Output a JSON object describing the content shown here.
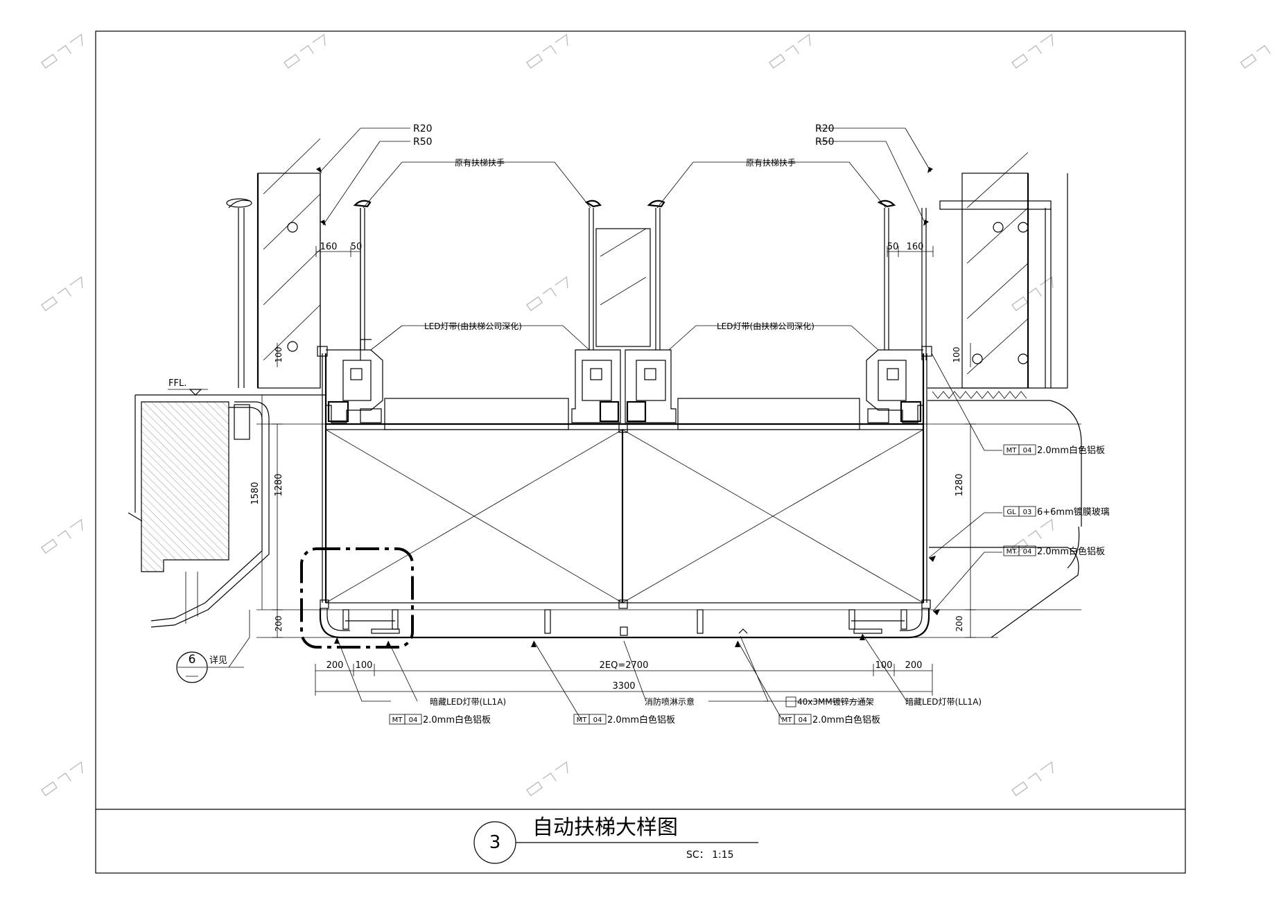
{
  "title": "自动扶梯大样图",
  "detail_number": "3",
  "scale": "SC： 1:15",
  "ref_bubble": "6",
  "ref_text": "详见",
  "ffl": "FFL.",
  "radius": {
    "r20": "R20",
    "r50": "R50"
  },
  "labels": {
    "handrail": "原有扶梯扶手",
    "led": "LED灯带(由扶梯公司深化)",
    "hidden_led": "暗藏LED灯带(LL1A)",
    "sprinkler": "消防喷淋示意",
    "frame": "40x3MM镀锌方通架"
  },
  "tags": {
    "mt": "MT",
    "mt_no": "04",
    "gl": "GL",
    "gl_no": "03",
    "alu": "2.0mm白色铝板",
    "glass": "6+6mm镀膜玻璃"
  },
  "dims": {
    "d160": "160",
    "d50": "50",
    "d100": "100",
    "d1280": "1280",
    "d1580": "1580",
    "d200": "200",
    "d2700": "2EQ=2700",
    "d3300": "3300"
  }
}
